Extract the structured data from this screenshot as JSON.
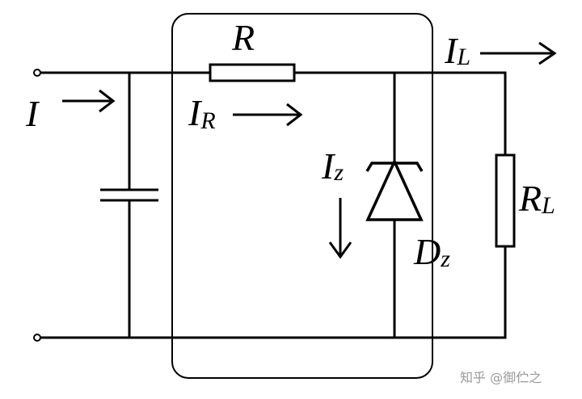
{
  "labels": {
    "R": "R",
    "I": "I",
    "I_R_main": "I",
    "I_R_sub": "R",
    "I_L_main": "I",
    "I_L_sub": "L",
    "I_z_main": "I",
    "I_z_sub": "z",
    "D_z_main": "D",
    "D_z_sub": "z",
    "R_L_main": "R",
    "R_L_sub": "L"
  },
  "watermark": "知乎 @御伫之"
}
